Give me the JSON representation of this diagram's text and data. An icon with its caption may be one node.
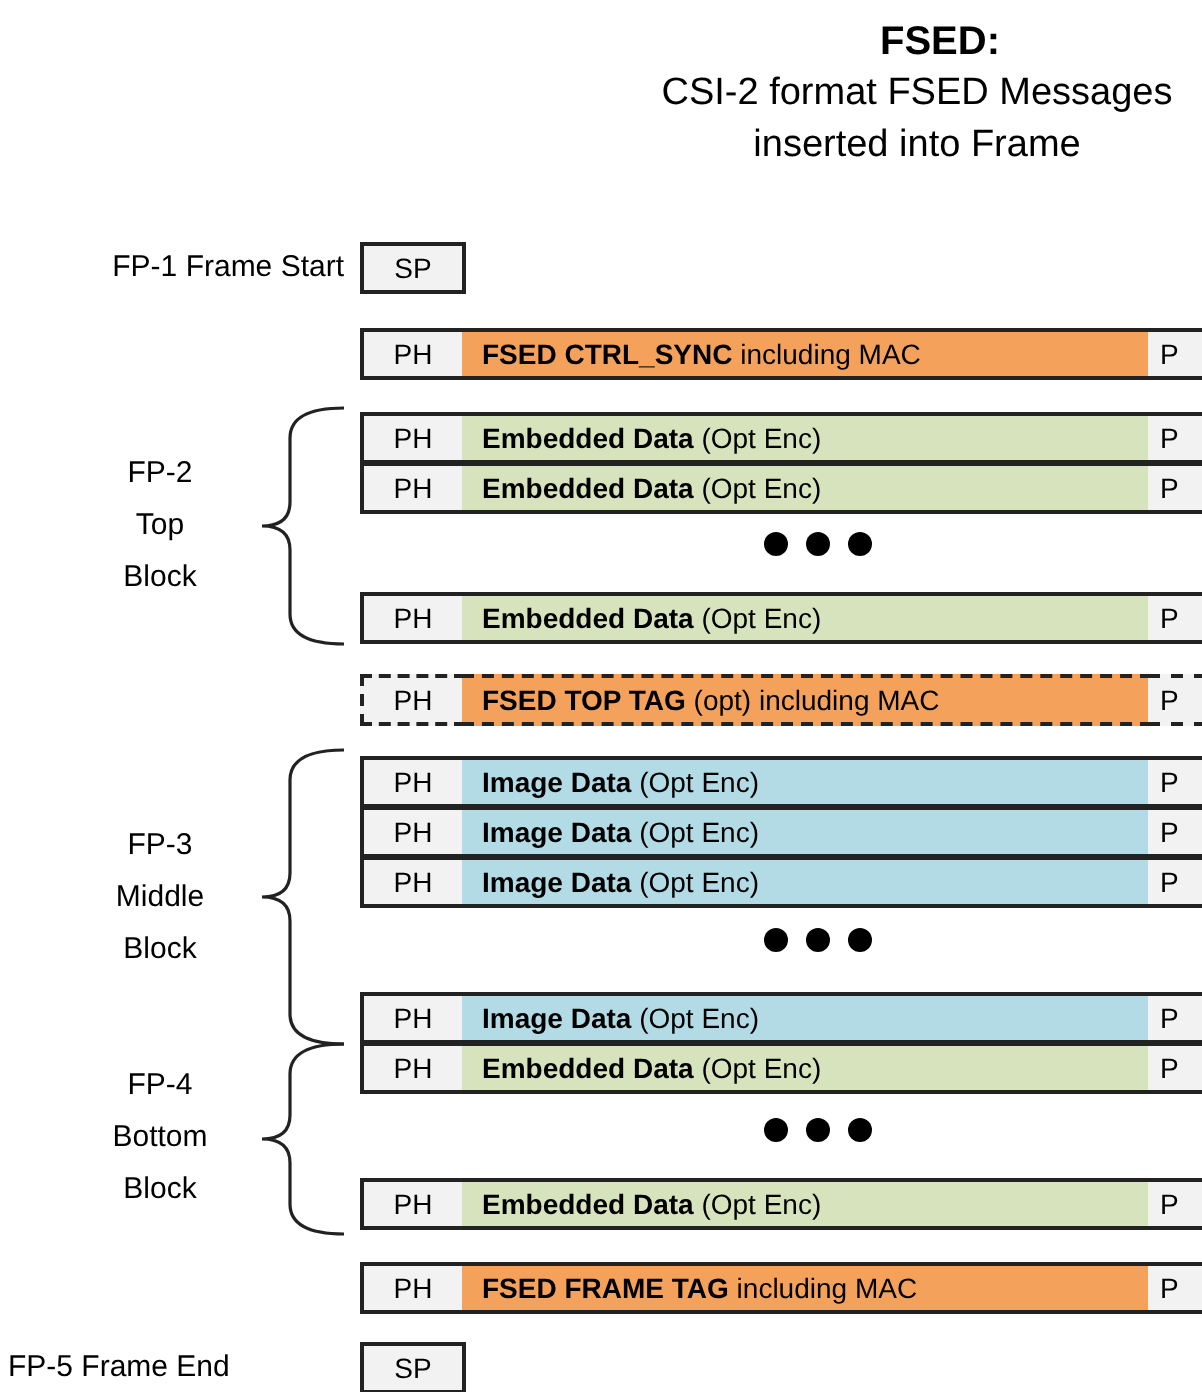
{
  "diagram": {
    "title": "FSED:",
    "nodes": [
      {
        "text": [
          "SP"
        ]
      },
      {
        "text": [
          "PH"
        ]
      },
      {
        "text": [
          "**FSED CTRL_SYNC** including MAC"
        ]
      },
      {
        "text": [
          "P"
        ]
      },
      {
        "text": [
          "PH"
        ]
      },
      {
        "text": [
          "**Embedded Data** (Opt Enc)"
        ]
      },
      {
        "text": [
          "P"
        ]
      },
      {
        "text": [
          "PH"
        ]
      },
      {
        "text": [
          "**Embedded Data** (Opt Enc)"
        ]
      },
      {
        "text": [
          "P"
        ]
      },
      {
        "text": [
          "PH"
        ]
      },
      {
        "text": [
          "**Embedded Data** (Opt Enc)"
        ]
      },
      {
        "text": [
          "P"
        ]
      },
      {
        "text": [
          "PH"
        ]
      },
      {
        "text": [
          "**FSED TOP TAG** (opt) including MAC"
        ]
      },
      {
        "text": [
          "P"
        ]
      },
      {
        "text": [
          "PH"
        ]
      },
      {
        "text": [
          "**Image Data** (Opt Enc)"
        ]
      },
      {
        "text": [
          "P"
        ]
      },
      {
        "text": [
          "PH"
        ]
      },
      {
        "text": [
          "**Image Data** (Opt Enc)"
        ]
      },
      {
        "text": [
          "P"
        ]
      },
      {
        "text": [
          "PH"
        ]
      },
      {
        "text": [
          "**Image Data** (Opt Enc)"
        ]
      },
      {
        "text": [
          "P"
        ]
      },
      {
        "text": [
          "PH"
        ]
      },
      {
        "text": [
          "**Image Data** (Opt Enc)"
        ]
      },
      {
        "text": [
          "P"
        ]
      },
      {
        "text": [
          "PH"
        ]
      },
      {
        "text": [
          "**Embedded Data** (Opt Enc)"
        ]
      },
      {
        "text": [
          "P"
        ]
      },
      {
        "text": [
          "PH"
        ]
      },
      {
        "text": [
          "**Embedded Data** (Opt Enc)"
        ]
      },
      {
        "text": [
          "P"
        ]
      },
      {
        "text": [
          "PH"
        ]
      },
      {
        "text": [
          "**FSED FRAME TAG** including MAC"
        ]
      },
      {
        "text": [
          "P"
        ]
      },
      {
        "text": [
          "SP"
        ]
      }
    ],
    "labels": [
      "CSI-2 format FSED Messages inserted into Frame",
      "FP-1 Frame Start",
      "FP-2 Top Block",
      "FP-3 Middle Block",
      "FP-4 Bottom Block",
      "FP-5 Frame End"
    ]
  }
}
